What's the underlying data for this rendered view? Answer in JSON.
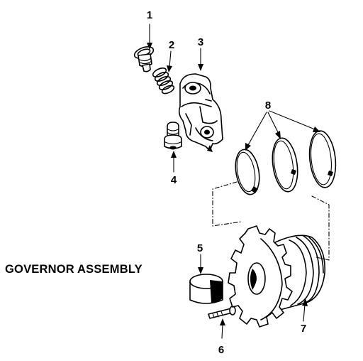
{
  "title": "GOVERNOR ASSEMBLY",
  "callouts": [
    {
      "number": "1",
      "part": "plug"
    },
    {
      "number": "2",
      "part": "spring"
    },
    {
      "number": "3",
      "part": "governor-body"
    },
    {
      "number": "4",
      "part": "valve"
    },
    {
      "number": "5",
      "part": "weight"
    },
    {
      "number": "6",
      "part": "bolt"
    },
    {
      "number": "7",
      "part": "support"
    },
    {
      "number": "8",
      "part": "seal-rings"
    }
  ]
}
